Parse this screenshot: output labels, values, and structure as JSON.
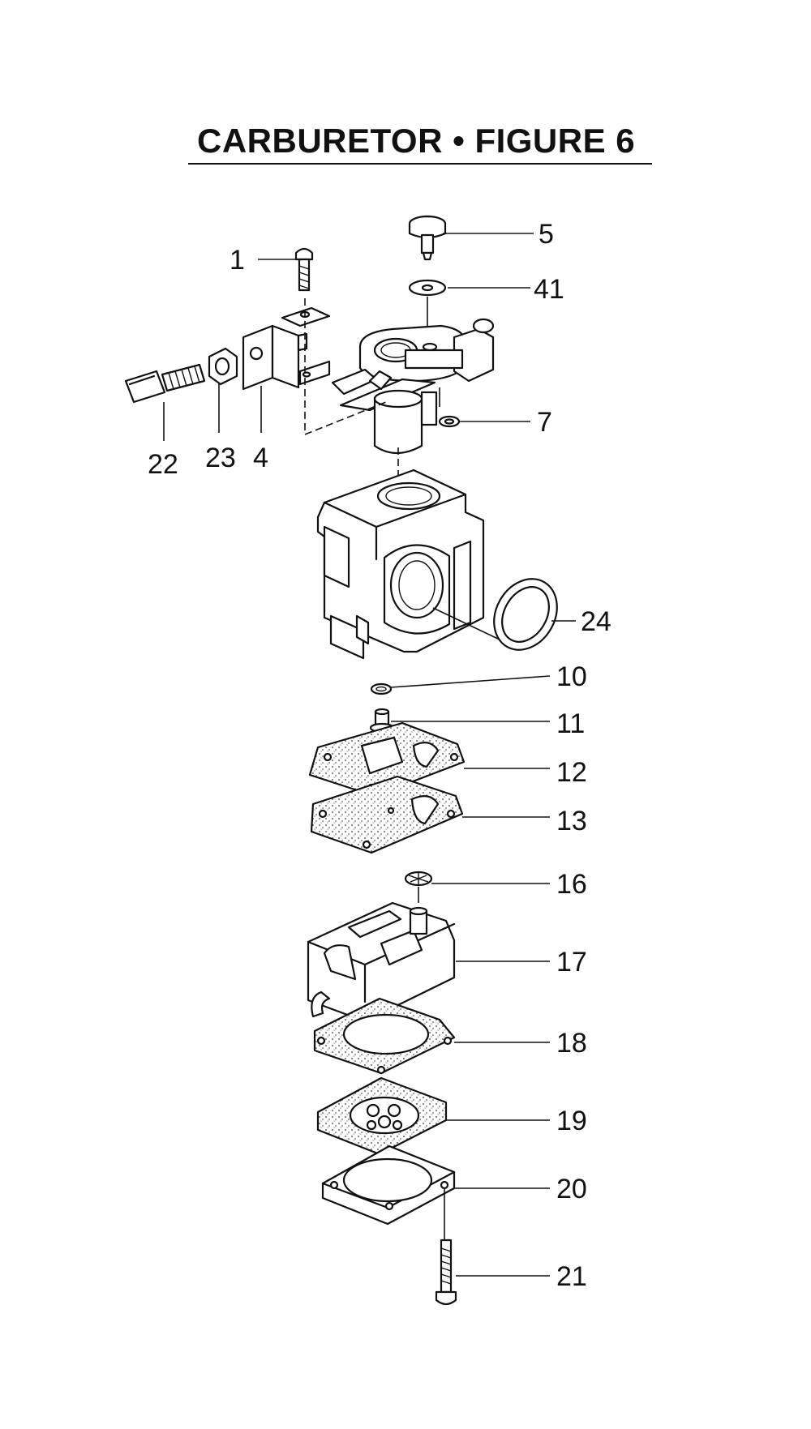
{
  "title": "CARBURETOR •  FIGURE 6",
  "parts": [
    {
      "number": "1"
    },
    {
      "number": "5"
    },
    {
      "number": "41"
    },
    {
      "number": "7"
    },
    {
      "number": "22"
    },
    {
      "number": "23"
    },
    {
      "number": "4"
    },
    {
      "number": "24"
    },
    {
      "number": "10"
    },
    {
      "number": "11"
    },
    {
      "number": "12"
    },
    {
      "number": "13"
    },
    {
      "number": "16"
    },
    {
      "number": "17"
    },
    {
      "number": "18"
    },
    {
      "number": "19"
    },
    {
      "number": "20"
    },
    {
      "number": "21"
    }
  ]
}
